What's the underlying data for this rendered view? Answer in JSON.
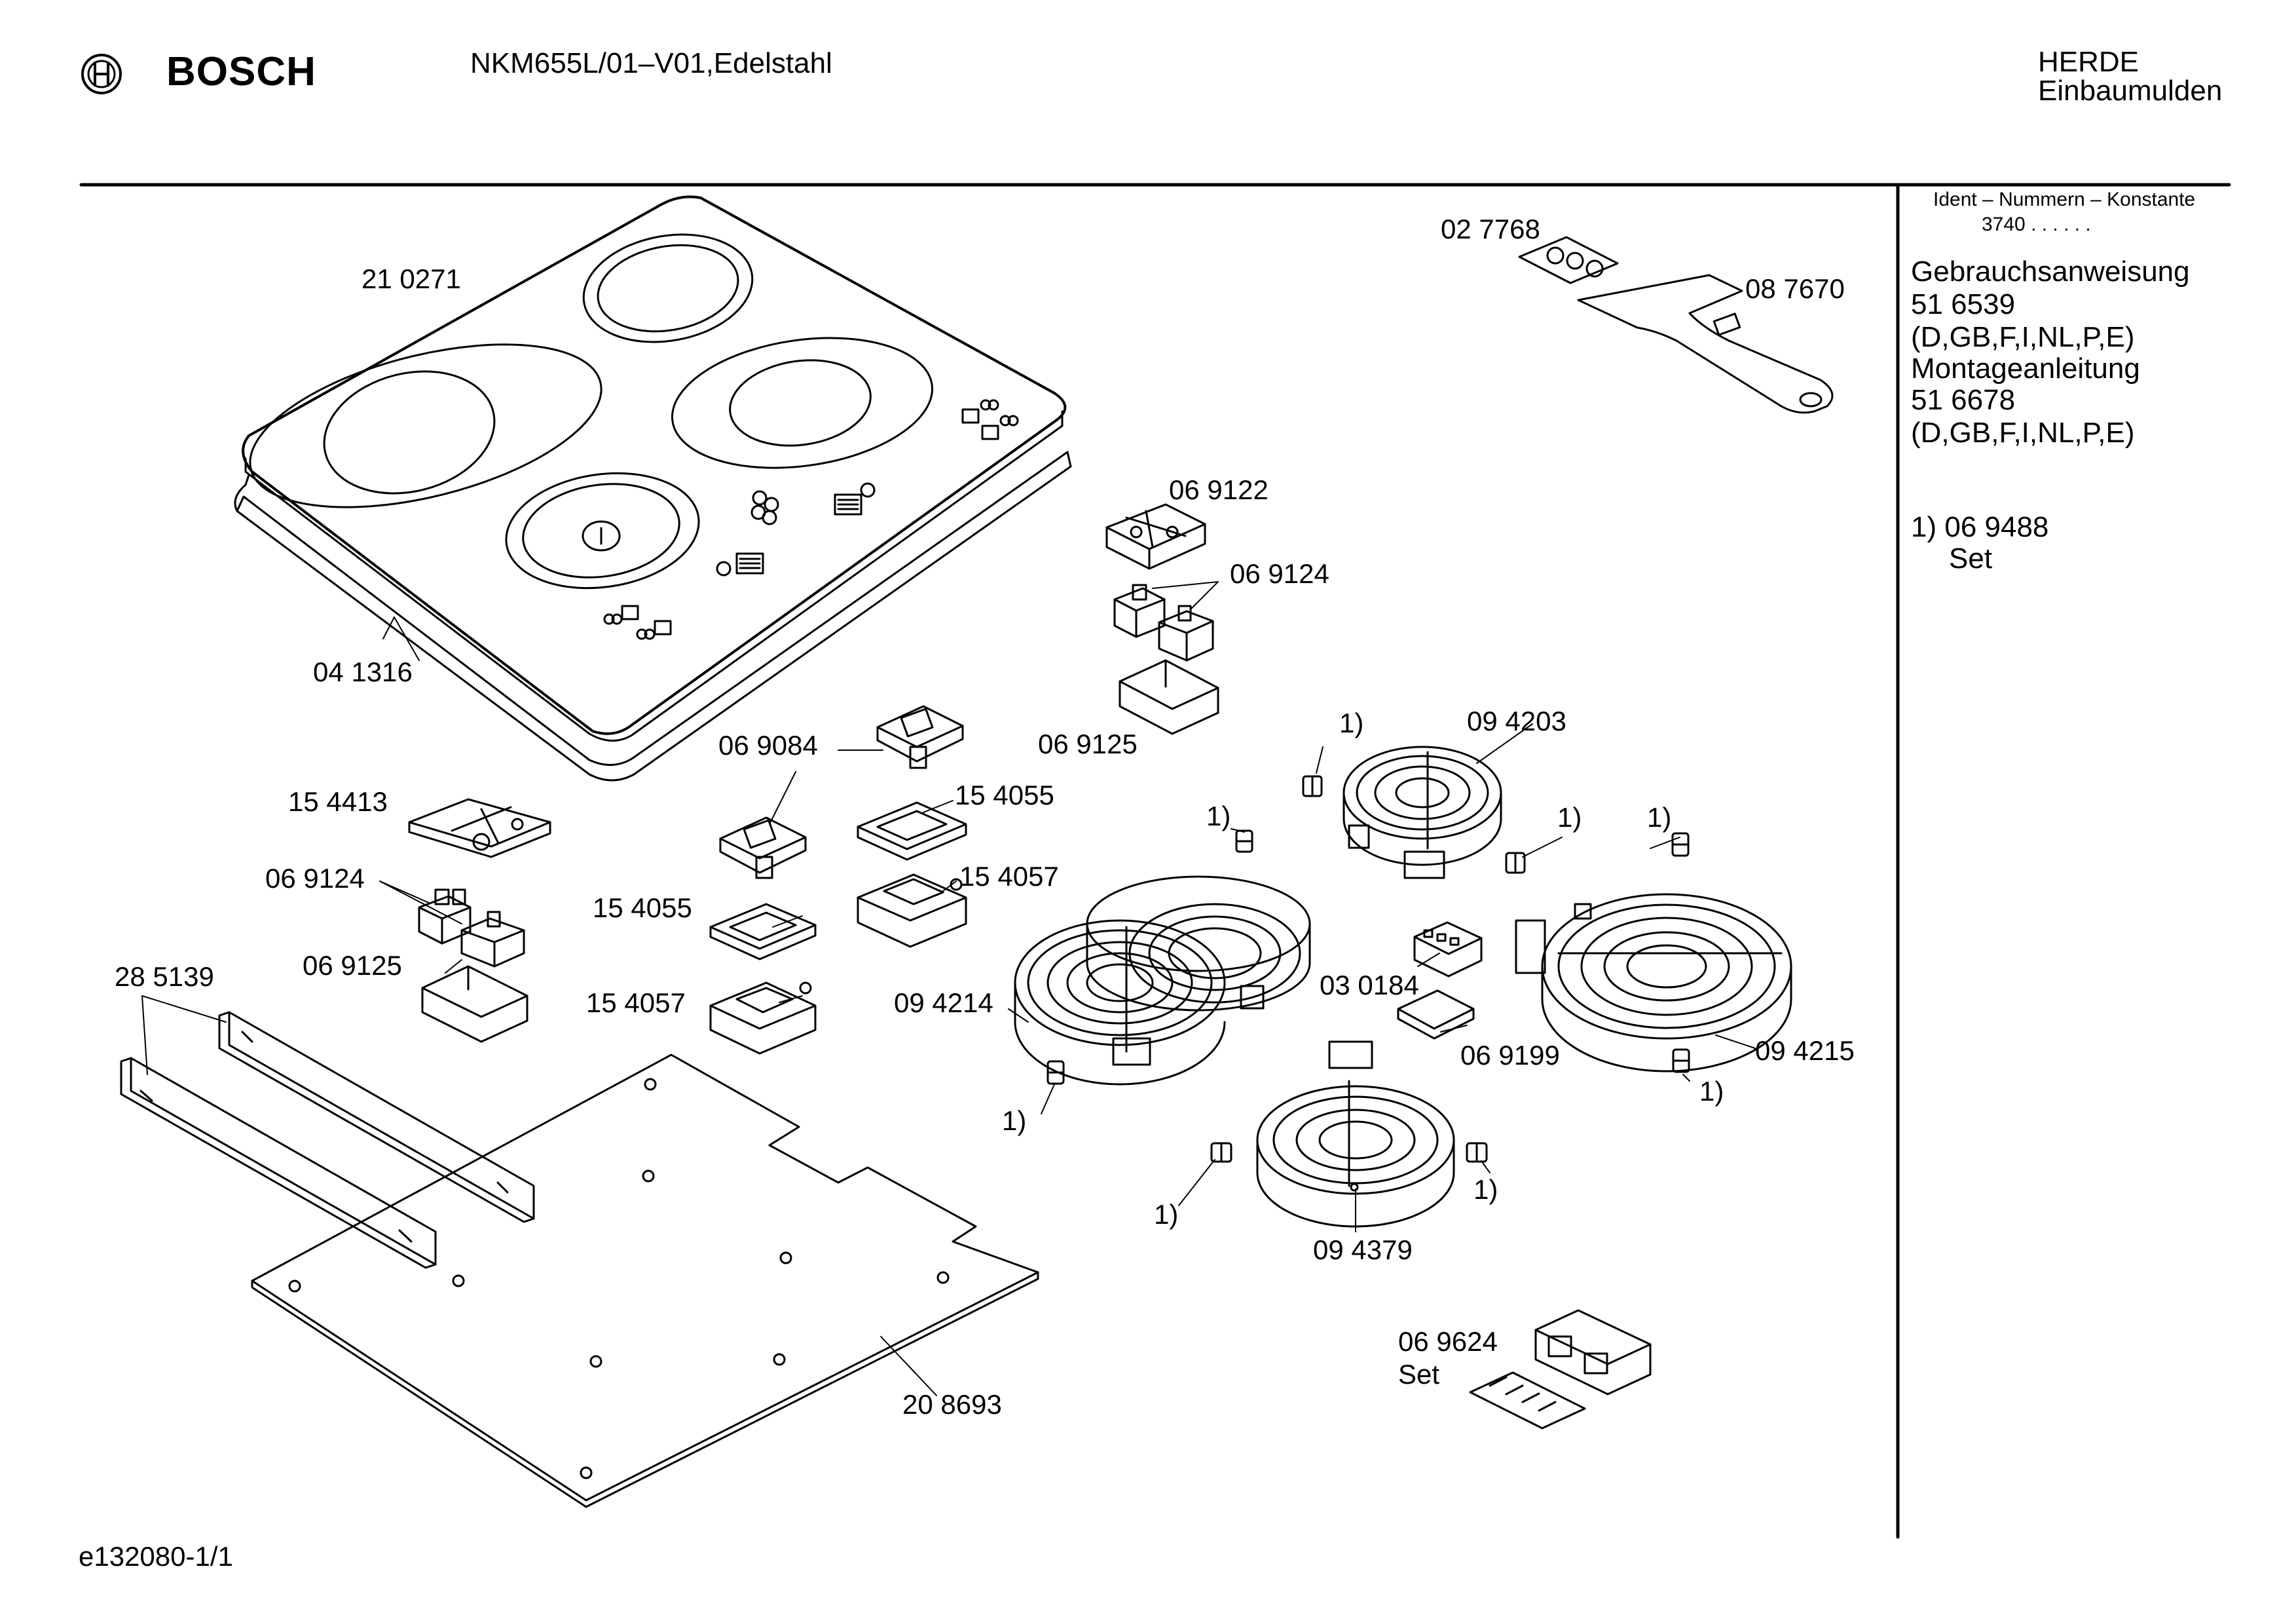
{
  "header": {
    "brand": "BOSCH",
    "model": "NKM655L/01–V01,Edelstahl",
    "category_line1": "HERDE",
    "category_line2": "Einbaumulden"
  },
  "sidebar": {
    "ident_title": "Ident – Nummern – Konstante",
    "ident_value": "3740 .  .  .  .  .  .",
    "manual_label": "Gebrauchsanweisung",
    "manual_number": "51 6539",
    "manual_langs": "(D,GB,F,I,NL,P,E)",
    "install_label": "Montageanleitung",
    "install_number": "51 6678",
    "install_langs": "(D,GB,F,I,NL,P,E)",
    "footnote_ref": "1) 06 9488",
    "footnote_set": "Set"
  },
  "footer": {
    "drawing_id": "e132080-1/1"
  },
  "parts": {
    "p210271": "21 0271",
    "p041316": "04 1316",
    "p027768": "02 7768",
    "p087670": "08 7670",
    "p069122": "06 9122",
    "p069124a": "06 9124",
    "p069125a": "06 9125",
    "p069084": "06 9084",
    "p154413": "15 4413",
    "p154055a": "15 4055",
    "p154057a": "15 4057",
    "p069124b": "06 9124",
    "p154055b": "15 4055",
    "p154057b": "15 4057",
    "p069125b": "06 9125",
    "p285139": "28 5139",
    "p094203": "09 4203",
    "p094214": "09 4214",
    "p030184": "03 0184",
    "p069199": "06 9199",
    "p094215": "09 4215",
    "p094379": "09 4379",
    "p208693": "20 8693",
    "p069624": "06 9624",
    "p069624set": "Set"
  },
  "footnote_marker": "1)"
}
